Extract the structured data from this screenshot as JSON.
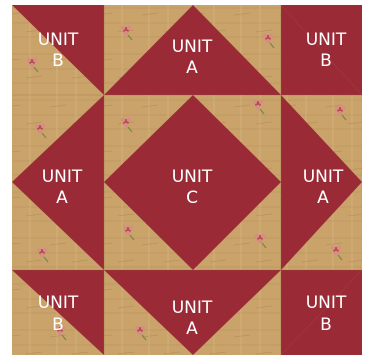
{
  "colors": {
    "red": "#9a2b36",
    "tan": "#c9a36a",
    "tan_dark": "#b48c58",
    "tan_light": "#dcbf8c",
    "flower_pink": "#d98a8a",
    "flower_red": "#b54a4a",
    "leaf_green": "#7c8a4c",
    "label": "#ffffff"
  },
  "labels": {
    "top_left": [
      "UNIT",
      "B"
    ],
    "top_center": [
      "UNIT",
      "A"
    ],
    "top_right": [
      "UNIT",
      "B"
    ],
    "middle_left": [
      "UNIT",
      "A"
    ],
    "center": [
      "UNIT",
      "C"
    ],
    "middle_right": [
      "UNIT",
      "A"
    ],
    "bottom_left": [
      "UNIT",
      "B"
    ],
    "bottom_center": [
      "UNIT",
      "A"
    ],
    "bottom_right": [
      "UNIT",
      "B"
    ]
  }
}
